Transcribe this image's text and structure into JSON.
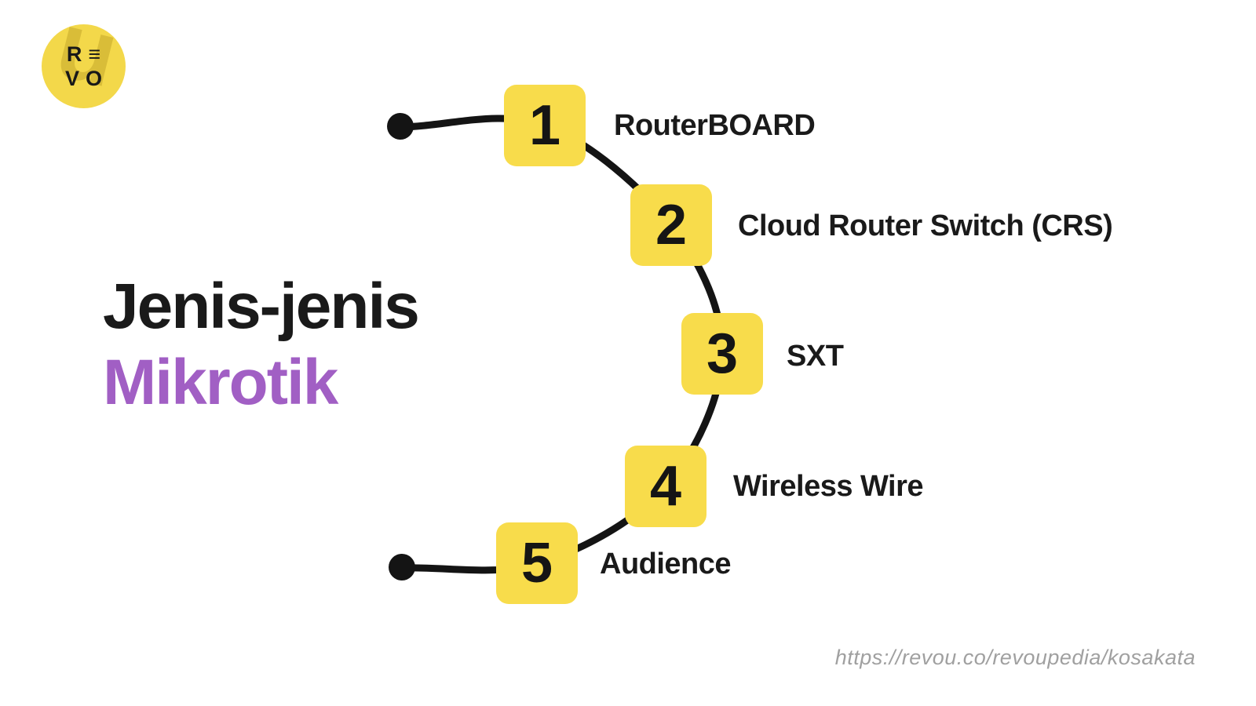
{
  "colors": {
    "bg": "#ffffff",
    "yellow": "#F8DC4B",
    "logo_yellow": "#F3D84A",
    "logo_swoosh": "rgba(150,120,10,0.28)",
    "line": "#141414",
    "text": "#1A1A1A",
    "purple": "#A15FC4",
    "url_gray": "#A0A0A0"
  },
  "logo": {
    "line1": "R≡",
    "line2": "VO",
    "swoosh_glyph": "u"
  },
  "title": {
    "line1": "Jenis-jenis",
    "line2": "Mikrotik"
  },
  "diagram": {
    "items": [
      {
        "number": "1",
        "label": "RouterBOARD"
      },
      {
        "number": "2",
        "label": "Cloud Router Switch (CRS)"
      },
      {
        "number": "3",
        "label": "SXT"
      },
      {
        "number": "4",
        "label": "Wireless Wire"
      },
      {
        "number": "5",
        "label": "Audience"
      }
    ]
  },
  "footer": {
    "url": "https://revou.co/revoupedia/kosakata"
  }
}
